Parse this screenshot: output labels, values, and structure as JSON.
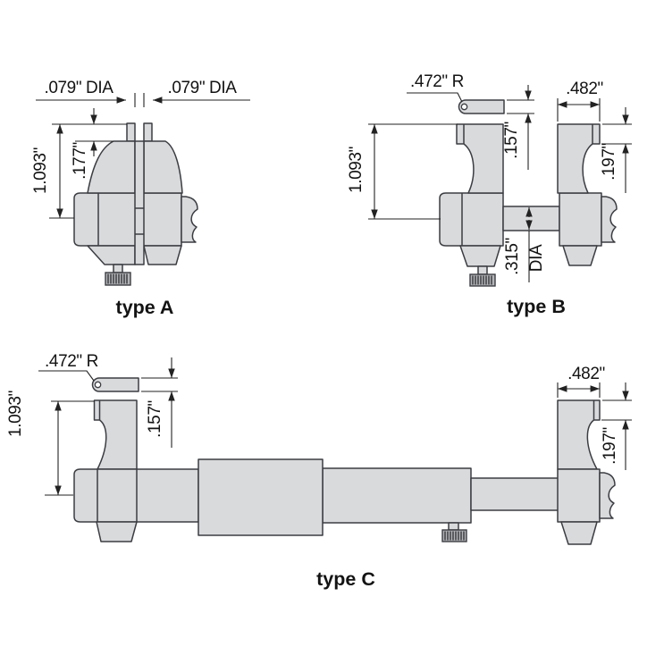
{
  "colors": {
    "part_fill": "#d9dadc",
    "outline": "#3b3d42",
    "dim_color": "#222222",
    "ink": "#131313",
    "background": "#ffffff"
  },
  "figures": {
    "type_a": {
      "label": "type A",
      "dia_left": ".079\" DIA",
      "dia_right": ".079\" DIA",
      "length": "1.093\"",
      "tip_length": ".177\""
    },
    "type_b": {
      "label": "type B",
      "rod_radius": ".472\" R",
      "rod_dia": ".157\"",
      "length": "1.093\"",
      "head_width": ".482\"",
      "step_depth": ".197\"",
      "bar_dia": ".315\"",
      "bar_dia_word": "DIA"
    },
    "type_c": {
      "label": "type C",
      "rod_radius": ".472\" R",
      "rod_dia": ".157\"",
      "length": "1.093\"",
      "head_width": ".482\"",
      "step_depth": ".197\""
    }
  }
}
